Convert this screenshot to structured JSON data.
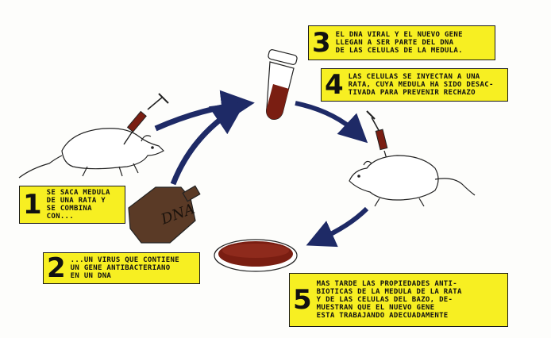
{
  "steps": [
    {
      "number": "1",
      "text": "SE SACA MEDULA\nDE UNA RATA Y\nSE COMBINA CON..."
    },
    {
      "number": "2",
      "text": "...UN VIRUS QUE CONTIENE\nUN GENE ANTIBACTERIANO\nEN UN DNA"
    },
    {
      "number": "3",
      "text": "EL DNA VIRAL Y EL NUEVO GENE\nLLEGAN A SER PARTE DEL DNA\nDE LAS CELULAS DE LA MEDULA."
    },
    {
      "number": "4",
      "text": "LAS CELULAS SE INYECTAN A UNA\nRATA, CUYA MEDULA HA SIDO DESAC-\nTIVADA PARA PREVENIR RECHAZO"
    },
    {
      "number": "5",
      "text": "MAS TARDE LAS PROPIEDADES ANTI-\nBIOTICAS DE LA MEDULA DE LA RATA\nY DE LAS CELULAS DEL BAZO, DE-\nMUESTRAN QUE EL NUEVO GENE\nESTA TRABAJANDO ADECUADAMENTE"
    }
  ],
  "bottle_label": "DNA",
  "colors": {
    "callout": "#f7ef22",
    "arrow": "#1e2a66",
    "blood": "#7a1e12",
    "bottle": "#5a3a26"
  }
}
